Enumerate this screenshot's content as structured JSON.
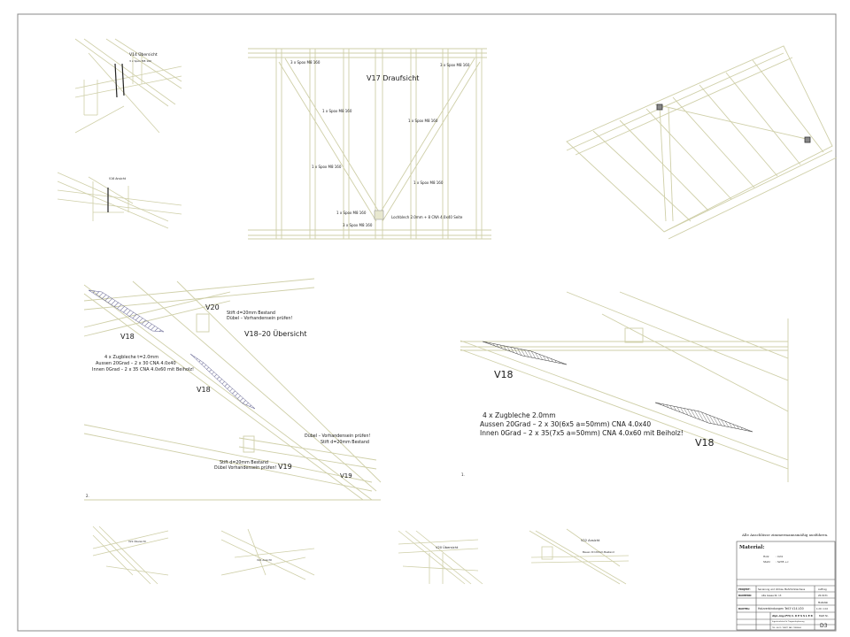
{
  "colors": {
    "frame": "#888888",
    "timber": "#cfcfa8",
    "ink": "#1a1a1a",
    "hatch": "#5a5a8a"
  },
  "detail_small_top": {
    "title": "V14 Übersicht",
    "sub": "3 x Spox M8 160"
  },
  "detail_small_mid": {
    "title": "V16 Ansicht"
  },
  "plan_v17": {
    "title": "V17 Draufsicht",
    "labels": [
      "3 x Spox M8 160",
      "3 x Spox M8 160",
      "1 x Spox M8 160",
      "1 x Spox M8 160",
      "1 x Spox M8 160",
      "1 x Spox M8 160",
      "1 x Spox M8 160",
      "3 x Spox M8 160",
      "Lochblech 2.0mm + 8 CNA 4.0x40 Seite"
    ]
  },
  "overview_v18_20": {
    "title": "V18–20 Übersicht",
    "v20": "V20",
    "v18a": "V18",
    "v18b": "V18",
    "v19a": "V19",
    "v19b": "V19",
    "stift1a": "Stift d=20mm Bestand",
    "stift1b": "Dübel – Vorhandensein prüfen!",
    "zug1": "4 x Zugbleche t=2.0mm",
    "zug2": "Aussen 20Grad – 2 x 30 CNA 4.0x40",
    "zug3": "Innen 0Grad – 2 x 35 CNA 4.0x60 mit Beiholz!",
    "duebel2a": "Dübel – Vorhandensein prüfen!",
    "duebel2b": "Stift d=20mm Bestand",
    "stift3a": "Stift d=20mm Bestand",
    "stift3b": "Dübel Vorhandensein prüfen!",
    "number": "2."
  },
  "detail_v18": {
    "v18a": "V18",
    "v18b": "V18",
    "line1": "4 x Zugbleche 2.0mm",
    "line2": "Aussen 20Grad – 2 x 30(6x5 a=50mm) CNA 4.0x40",
    "line3": "Innen 0Grad – 2 x 35(7x5 a=50mm) CNA 4.0x60 mit Beiholz!",
    "number": "1."
  },
  "bottom_details": {
    "d1": "V21 Übersicht",
    "d2": "V21 Ansicht",
    "d3": "V20 Übersicht",
    "d4": "V22 Ansicht",
    "d4sub": "Bauen D=20mm Bestand"
  },
  "title_block": {
    "note": "Alle Anschlüsse zimmermannsmäßig ausführen.",
    "material_label": "Material:",
    "holz_label": "Holz",
    "holz_value": ": C24",
    "stahl_label": "Stahl",
    "stahl_value": ": S235 +c",
    "projekt_label": "PROJEKT:",
    "projekt_value": "Sanierung und Umbau Mehrfamilienhaus",
    "bauherr_label": "BAUHERR:",
    "adresse_value": "Alte Gasse Nr. 13",
    "auftrag_label": "Auftrag",
    "auftrag_value": "20.0131",
    "bauteil_label": "BAUTEIL:",
    "bauteil_value": "Holzverbindungen Teil3 V14-V20",
    "massstab_label": "Maßstab",
    "massstab_value": "1:20 / 1:10",
    "firma_value": "dipl.-ing.(FH) C. K E S S L E R",
    "firma_sub1": "Ingenieurbüro für Tragwerksplanung",
    "firma_sub2": "TEL: 0621 / 98877 FAX: 7885666",
    "blatt_label": "Blatt Nr.",
    "blatt_value": "D3"
  }
}
